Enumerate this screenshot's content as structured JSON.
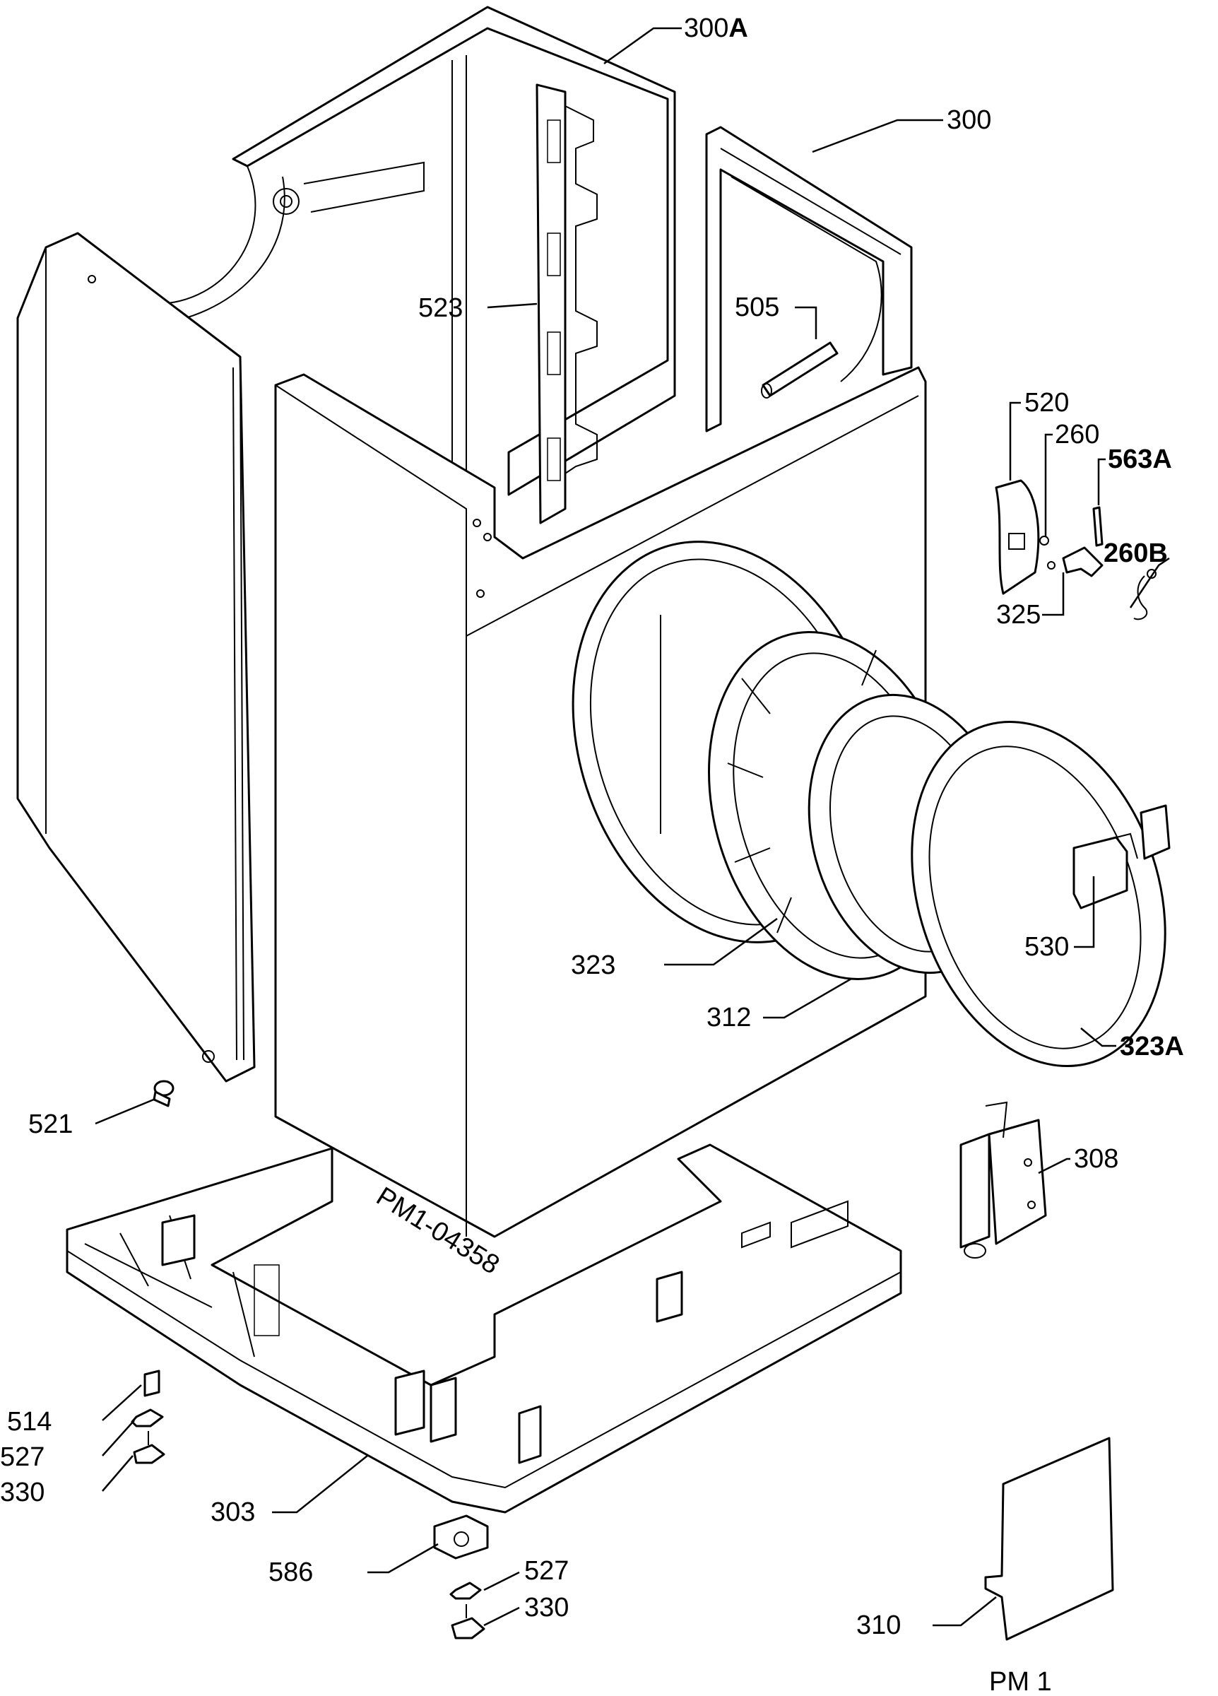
{
  "labels": {
    "l300A": {
      "num": "300",
      "suffix": "A"
    },
    "l300": "300",
    "l523": "523",
    "l505": "505",
    "l520": "520",
    "l260": "260",
    "l563A": "563A",
    "l260B": "260B",
    "l325": "325",
    "l530": "530",
    "l323": "323",
    "l312": "312",
    "l323A": "323A",
    "l521": "521",
    "l308": "308",
    "l514": "514",
    "l527a": "527",
    "l330a": "330",
    "l303": "303",
    "l586": "586",
    "l527b": "527",
    "l330b": "330",
    "l310": "310",
    "stamp": "PM1-04358"
  },
  "page_code": "PM 1"
}
